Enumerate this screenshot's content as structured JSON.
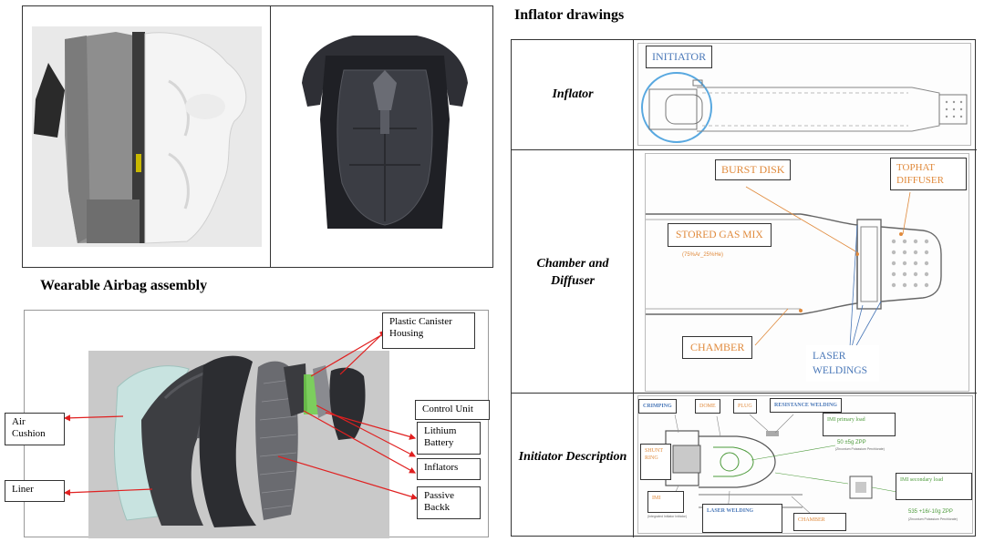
{
  "headings": {
    "assembly": "Wearable Airbag assembly",
    "inflator": "Inflator drawings"
  },
  "exploded_labels": {
    "canister": "Plastic Canister Housing",
    "control_unit": "Control Unit",
    "battery": "Lithium Battery",
    "inflators": "Inflators",
    "passive_back": "Passive Backk",
    "air_cushion": "Air Cushion",
    "liner": "Liner"
  },
  "table": {
    "rows": [
      {
        "label": "Inflator"
      },
      {
        "label": "Chamber and Diffuser"
      },
      {
        "label": "Initiator Description"
      }
    ]
  },
  "inflator_row": {
    "initiator": "INITIATOR"
  },
  "chamber_row": {
    "burst_disk": "BURST DISK",
    "tophat": "TOPHAT DIFFUSER",
    "stored_gas": "STORED GAS MIX",
    "gas_mix": "(75%Ar_25%He)",
    "chamber": "CHAMBER",
    "laser": "LASER WELDINGS"
  },
  "initiator_row": {
    "crimping": "CRIMPING",
    "dome": "DOME",
    "plug": "PLUG",
    "resistance": "RESISTANCE WELDING",
    "primary": "IMI primary load",
    "primary_val": "50 ±5g ZPP",
    "primary_note": "(Zirconium Potassium Perchlorate)",
    "shunt": "SHUNT RING",
    "imi": "IMI",
    "imi_note": "(Integrated Initiator Initiator)",
    "laser_welding": "LASER WELDING",
    "chamber": "CHAMBER",
    "secondary": "IMI secondary load",
    "secondary_val": "535 +16/-10g ZPP",
    "secondary_note": "(Zirconium Potassium Perchlorate)"
  },
  "colors": {
    "orange": "#e08a3c",
    "blue": "#4a78b8",
    "green": "#4c9a3a",
    "arrow_red": "#e02020"
  }
}
